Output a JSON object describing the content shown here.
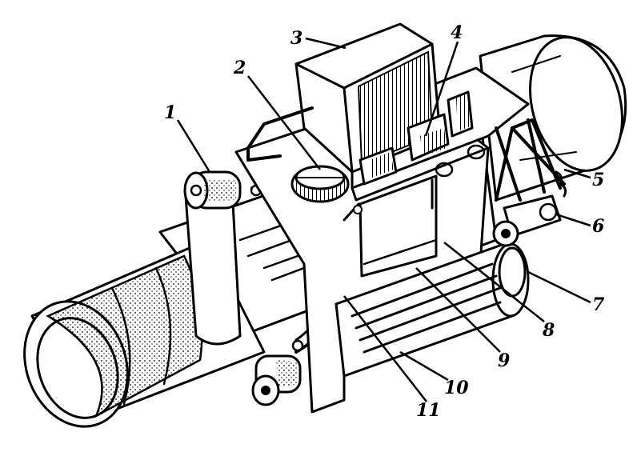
{
  "figure": {
    "background": "#ffffff",
    "ink_color": "#000000",
    "callouts": [
      "1",
      "2",
      "3",
      "4",
      "5",
      "6",
      "7",
      "8",
      "9",
      "10",
      "11"
    ]
  }
}
